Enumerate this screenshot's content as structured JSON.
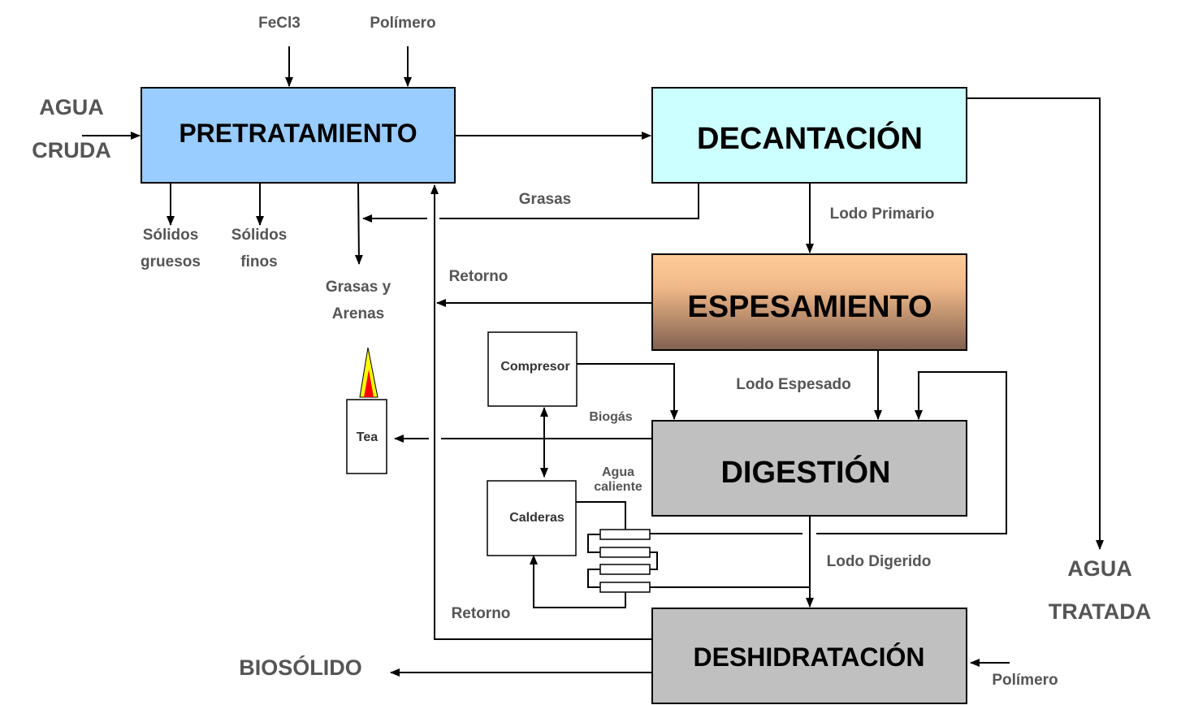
{
  "stages": {
    "pretratamiento": "PRETRATAMIENTO",
    "decantacion": "DECANTACIÓN",
    "espesamiento": "ESPESAMIENTO",
    "digestion": "DIGESTIÓN",
    "deshidratacion": "DESHIDRATACIÓN"
  },
  "equipment": {
    "compresor": "Compresor",
    "calderas": "Calderas",
    "tea": "Tea"
  },
  "inputs": {
    "agua_cruda_1": "AGUA",
    "agua_cruda_2": "CRUDA",
    "fecl3": "FeCl3",
    "polimero_top": "Polímero",
    "polimero_bottom": "Polímero"
  },
  "outputs": {
    "agua_tratada_1": "AGUA",
    "agua_tratada_2": "TRATADA",
    "biosolido": "BIOSÓLIDO",
    "solidos_gruesos_1": "Sólidos",
    "solidos_gruesos_2": "gruesos",
    "solidos_finos_1": "Sólidos",
    "solidos_finos_2": "finos",
    "grasas_arenas_1": "Grasas y",
    "grasas_arenas_2": "Arenas"
  },
  "flows": {
    "grasas": "Grasas",
    "lodo_primario": "Lodo Primario",
    "retorno_top": "Retorno",
    "lodo_espesado": "Lodo Espesado",
    "biogas": "Biogás",
    "agua_caliente_1": "Agua",
    "agua_caliente_2": "caliente",
    "lodo_digerido": "Lodo Digerido",
    "retorno_bottom": "Retorno"
  },
  "colors": {
    "pretratamiento": "#99ccff",
    "decantacion": "#ccffff",
    "espesamiento_top": "#ffcc99",
    "espesamiento_bottom": "#806050",
    "digestion": "#c0c0c0",
    "deshidratacion": "#c0c0c0",
    "flame_outer": "#ffff00",
    "flame_inner": "#ff0000"
  }
}
